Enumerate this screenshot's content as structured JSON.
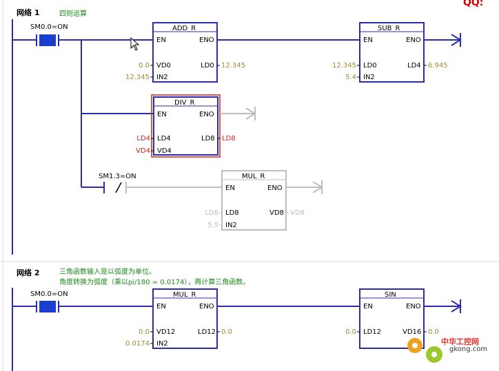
{
  "watermark_top": "QQ:",
  "networks": [
    {
      "title": "网络 1",
      "comment": [
        "四则运算"
      ]
    },
    {
      "title": "网络 2",
      "comment": [
        "三角函数输入是以弧度为单位。",
        "角度转换为弧度（乘以pi/180 = 0.0174），再计算三角函数。"
      ]
    }
  ],
  "contacts": {
    "sm00_a": "SM0.0=ON",
    "sm13": "SM1.3=ON",
    "sm00_b": "SM0.0=ON"
  },
  "blocks": {
    "add_r": {
      "name": "ADD_R",
      "en": "EN",
      "eno": "ENO",
      "in1": "VD0",
      "in2": "IN2",
      "out": "LD0",
      "in1_val": "0.0",
      "in2_val": "12.345",
      "out_val": "12.345"
    },
    "sub_r": {
      "name": "SUB_R",
      "en": "EN",
      "eno": "ENO",
      "in1": "LD0",
      "in2": "IN2",
      "out": "LD4",
      "in1_val": "12.345",
      "in2_val": "5.4",
      "out_val": "6.945"
    },
    "div_r": {
      "name": "DIV_R",
      "en": "EN",
      "eno": "ENO",
      "in1": "LD4",
      "in2": "VD4",
      "out": "LD8",
      "in1_val": "LD4",
      "in2_val": "VD4",
      "out_val": "LD8"
    },
    "mul_r1": {
      "name": "MUL_R",
      "en": "EN",
      "eno": "ENO",
      "in1": "LD8",
      "in2": "IN2",
      "out": "VD8",
      "in1_val": "LD8",
      "in2_val": "5.5",
      "out_val": "VD8"
    },
    "mul_r2": {
      "name": "MUL_R",
      "en": "EN",
      "eno": "ENO",
      "in1": "VD12",
      "in2": "IN2",
      "out": "LD12",
      "in1_val": "0.0",
      "in2_val": "0.0174",
      "out_val": "0.0"
    },
    "sin": {
      "name": "SIN",
      "en": "EN",
      "eno": "ENO",
      "in1": "LD12",
      "out": "VD16",
      "in1_val": "0.0",
      "out_val": "0.0"
    }
  },
  "watermark_brand": {
    "line1": "中华工控网",
    "line2": "gkong.com"
  },
  "colors": {
    "wire": "#2b2bb0",
    "value": "#a08a30",
    "error": "#d42020",
    "disabled": "#bdbdbd",
    "comment": "#1a8a1a"
  }
}
